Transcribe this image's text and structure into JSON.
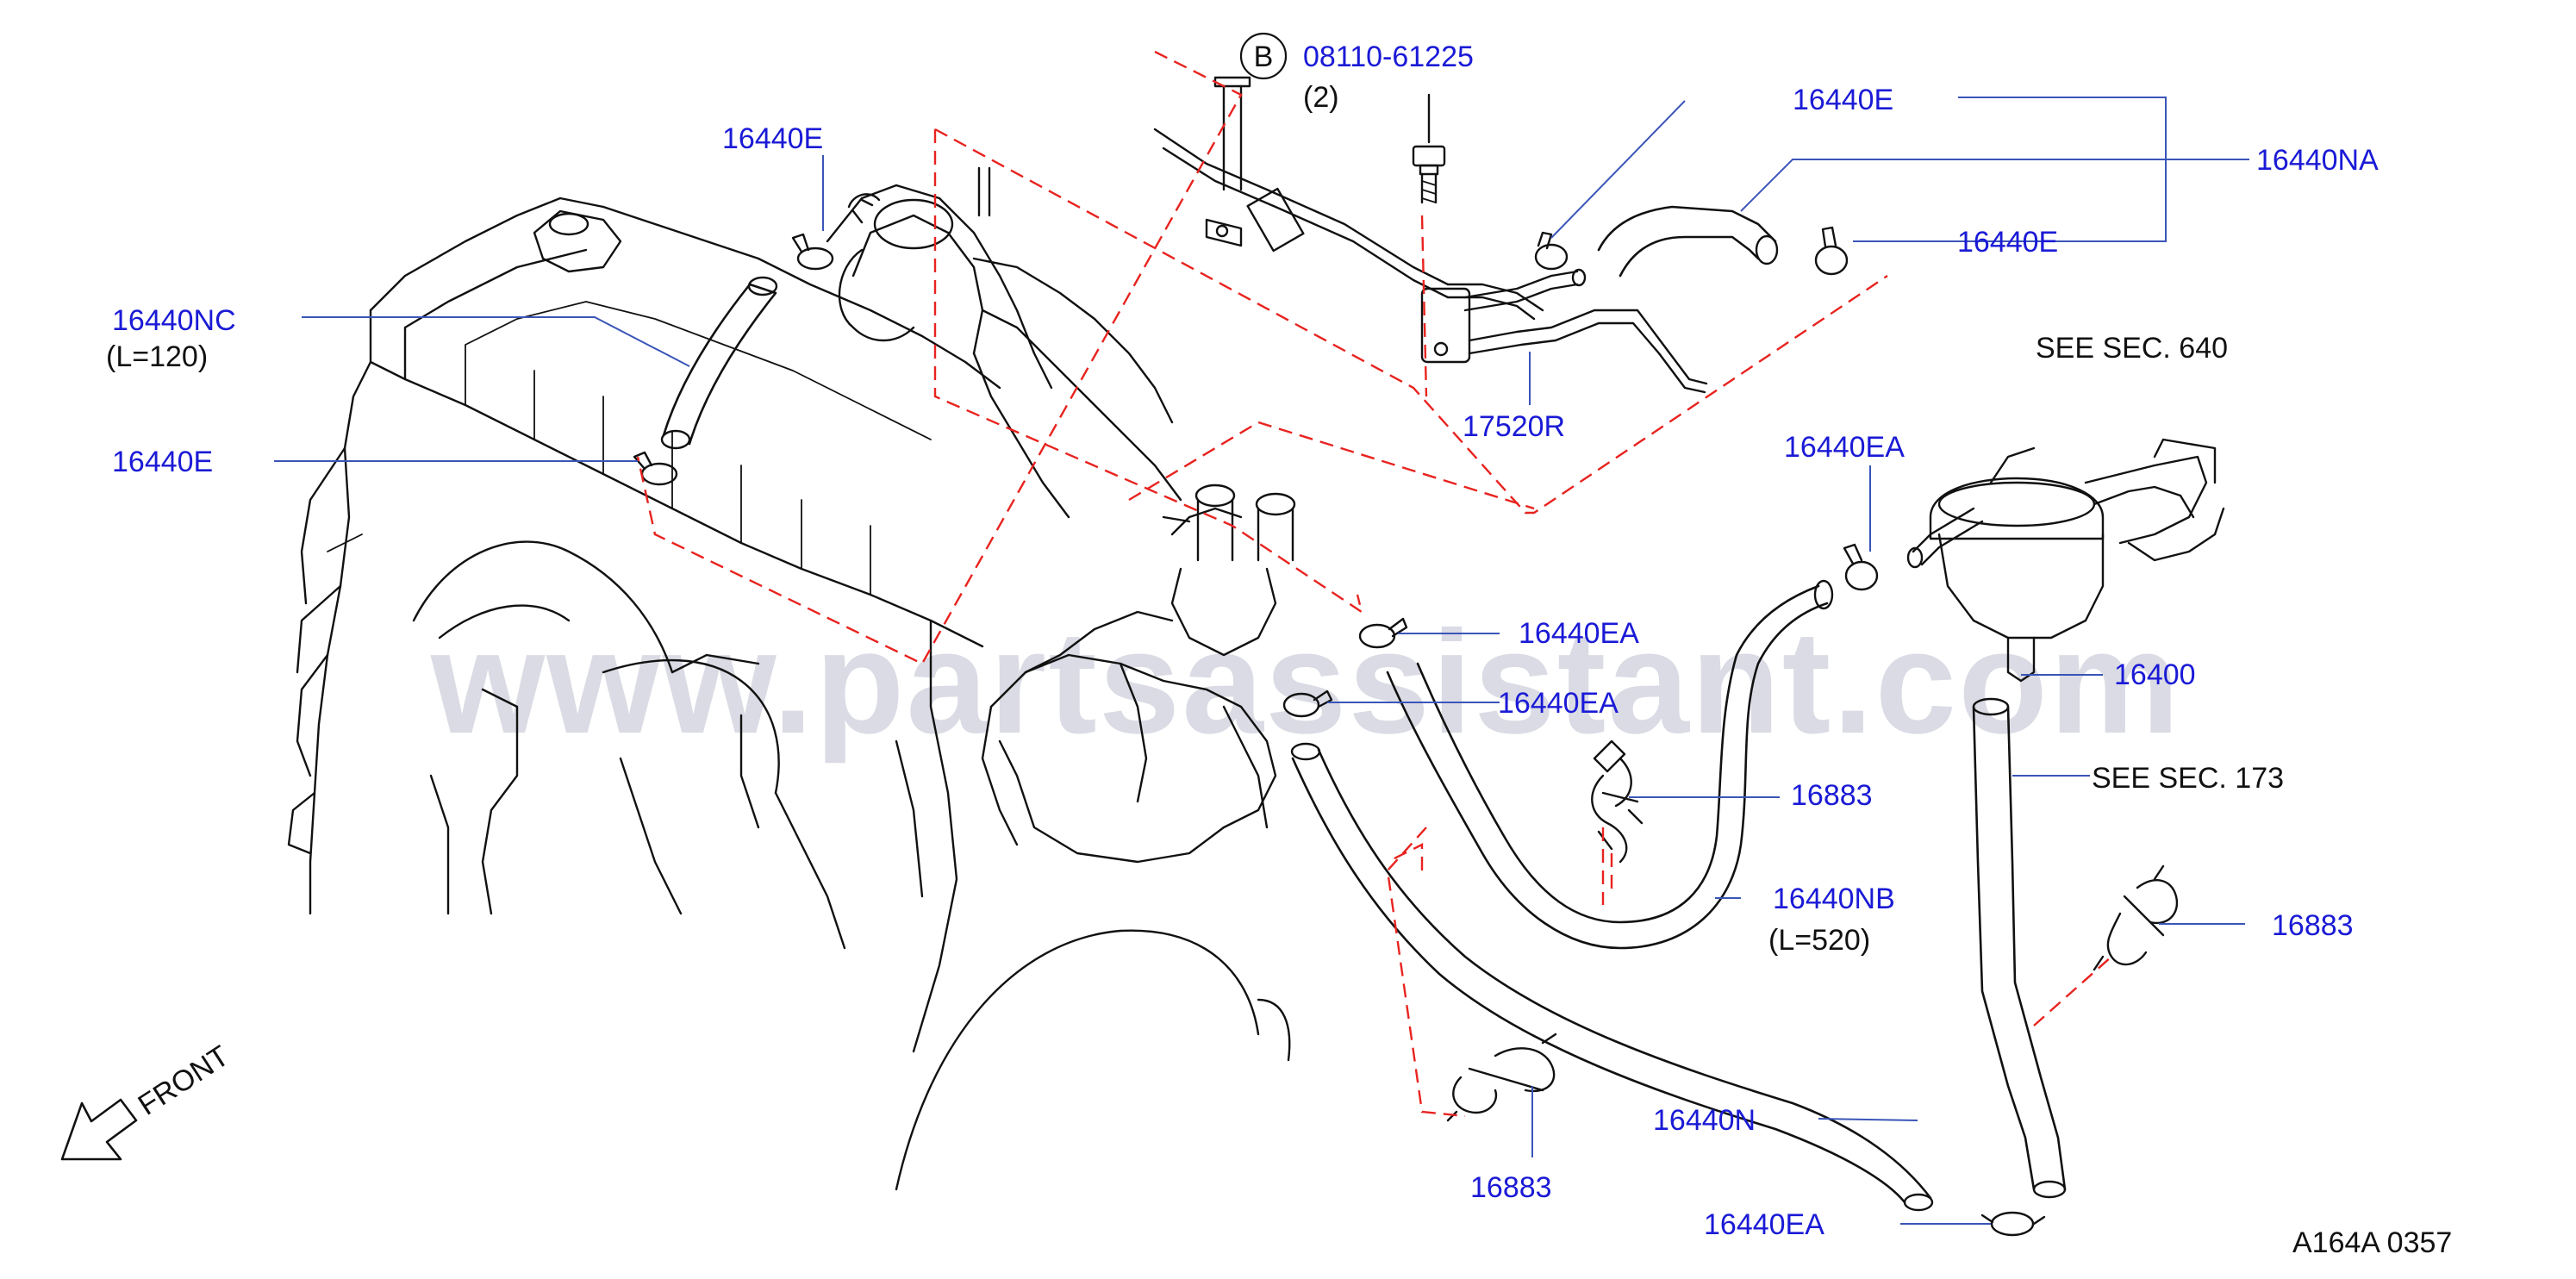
{
  "colors": {
    "label": "#1a1ad6",
    "leader": "#3a55b8",
    "dash": "#e8231f",
    "watermark": "#dadbe4",
    "line": "#111111"
  },
  "watermark": "www.partsassistant.com",
  "bolt": {
    "marker": "B",
    "part_number": "08110-61225",
    "quantity": "(2)"
  },
  "parts": {
    "p16440E_upper_left": "16440E",
    "p16440NC": "16440NC",
    "p16440NC_length": "(L=120)",
    "p16440E_left": "16440E",
    "p16440E_top_right": "16440E",
    "p16440NA": "16440NA",
    "p16440E_right": "16440E",
    "p17520R": "17520R",
    "p16440EA_filter": "16440EA",
    "p16440EA_mid": "16440EA",
    "p16440EA_lower": "16440EA",
    "p16400": "16400",
    "p16883_mid": "16883",
    "p16440NB": "16440NB",
    "p16440NB_length": "(L=520)",
    "p16883_right": "16883",
    "p16440N": "16440N",
    "p16883_bottom": "16883",
    "p16440EA_bottom": "16440EA"
  },
  "references": {
    "sec640": "SEE   SEC.  640",
    "sec173": "SEE   SEC.  173"
  },
  "front_label": "FRONT",
  "diagram_code": "A164A   0357"
}
